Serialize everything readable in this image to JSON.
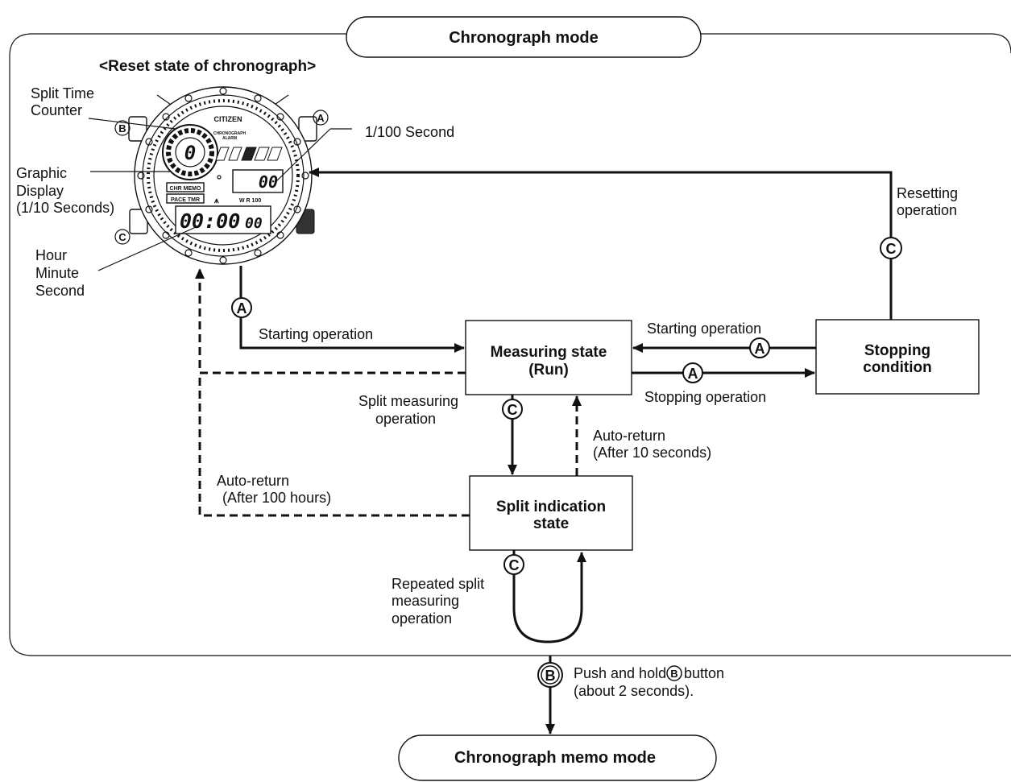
{
  "mode_title": "Chronograph mode",
  "memo_mode_title": "Chronograph memo mode",
  "reset_heading": "<Reset state of chronograph>",
  "watch": {
    "brand": "CITIZEN",
    "model_line1": "CHRONOGRAPH",
    "model_line2": "ALARM",
    "small_display": "00",
    "main_display": "00:00",
    "main_display_sub": "00",
    "counter_digit": "0",
    "label_chr_memo": "CHR MEMO",
    "label_pace_tmr": "PACE TMR",
    "wr": "W R 100",
    "buttons": {
      "a": "A",
      "b": "B",
      "c": "C"
    }
  },
  "watch_labels": {
    "split_counter_1": "Split Time",
    "split_counter_2": "Counter",
    "graphic_1": "Graphic",
    "graphic_2": "Display",
    "graphic_3": "(1/10 Seconds)",
    "hms_1": "Hour",
    "hms_2": "Minute",
    "hms_3": "Second",
    "hundredth": "1/100 Second"
  },
  "states": {
    "measuring_1": "Measuring state",
    "measuring_2": "(Run)",
    "stopping_1": "Stopping",
    "stopping_2": "condition",
    "split_1": "Split indication",
    "split_2": "state"
  },
  "transitions": {
    "starting_op": "Starting operation",
    "starting_op_2": "Starting operation",
    "stopping_op": "Stopping operation",
    "resetting_1": "Resetting",
    "resetting_2": "operation",
    "split_meas_1": "Split measuring",
    "split_meas_2": "operation",
    "auto_return_10_1": "Auto-return",
    "auto_return_10_2": "(After 10 seconds)",
    "auto_return_100_1": "Auto-return",
    "auto_return_100_2": "(After 100 hours)",
    "repeated_1": "Repeated split",
    "repeated_2": "measuring",
    "repeated_3": "operation",
    "push_hold_1": "Push and hold",
    "push_hold_b": "B",
    "push_hold_1b": "button",
    "push_hold_2": "(about 2 seconds)."
  },
  "button_letters": {
    "a": "A",
    "b": "B",
    "c": "C"
  }
}
